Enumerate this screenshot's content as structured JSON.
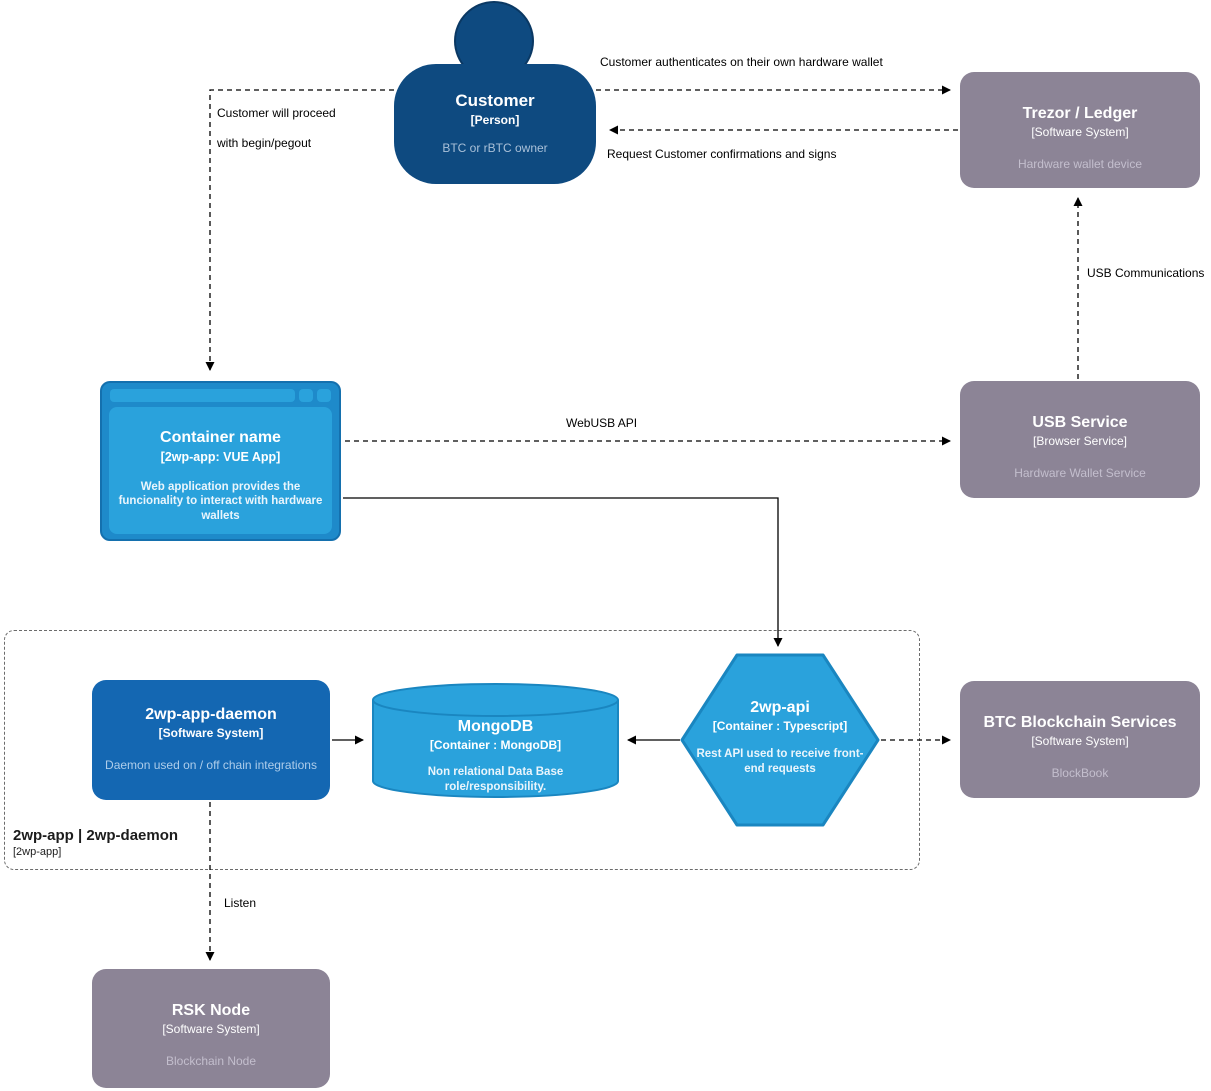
{
  "diagram": {
    "title_hint": "2wp architecture C4 diagram",
    "nodes": {
      "customer": {
        "title": "Customer",
        "subtitle": "[Person]",
        "desc": "BTC or rBTC owner"
      },
      "trezor": {
        "title": "Trezor / Ledger",
        "subtitle": "[Software System]",
        "desc": "Hardware wallet device"
      },
      "container": {
        "title": "Container name",
        "subtitle": "[2wp-app: VUE App]",
        "desc": "Web application provides the funcionality to interact with hardware wallets"
      },
      "usb": {
        "title": "USB Service",
        "subtitle": "[Browser Service]",
        "desc": "Hardware Wallet Service"
      },
      "daemon": {
        "title": "2wp-app-daemon",
        "subtitle": "[Software System]",
        "desc": "Daemon used on / off chain integrations"
      },
      "mongodb": {
        "title": "MongoDB",
        "subtitle": "[Container : MongoDB]",
        "desc": "Non relational Data Base role/responsibility."
      },
      "api": {
        "title": "2wp-api",
        "subtitle": "[Container : Typescript]",
        "desc": "Rest API used to receive front-end requests"
      },
      "btc": {
        "title": "BTC Blockchain Services",
        "subtitle": "[Software System]",
        "desc": "BlockBook"
      },
      "rsk": {
        "title": "RSK Node",
        "subtitle": "[Software System]",
        "desc": "Blockchain Node"
      }
    },
    "boundary": {
      "title": "2wp-app | 2wp-daemon",
      "subtitle": "[2wp-app]"
    },
    "edges": {
      "auth": "Customer authenticates on their own hardware wallet",
      "request": "Request Customer confirmations and signs",
      "proceed_line1": "Customer will proceed",
      "proceed_line2": "with begin/pegout",
      "webusb": "WebUSB API",
      "usb_comm": "USB Communications",
      "listen": "Listen"
    },
    "colors": {
      "person_navy": "#0e4a80",
      "container_blue": "#1467b2",
      "light_blue": "#2aa2dc",
      "light_blue_border": "#1a86c0",
      "browser_frame": "#1e8aca",
      "external_gray": "#8c8496",
      "line_black": "#000000",
      "boundary_gray": "#6b6b6b"
    }
  }
}
